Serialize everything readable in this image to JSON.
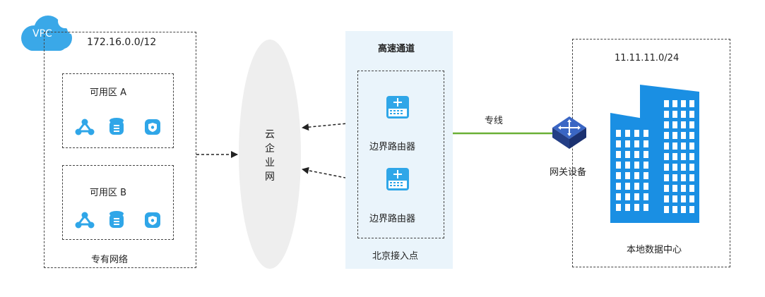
{
  "vpc": {
    "cloud_label": "VPC",
    "cidr": "172.16.0.0/12",
    "footer_label": "专有网络",
    "zones": [
      {
        "label": "可用区 A"
      },
      {
        "label": "可用区 B"
      }
    ],
    "zone_icons": [
      "cluster-icon",
      "database-icon",
      "security-shield-icon"
    ]
  },
  "cen": {
    "label_chars": [
      "云",
      "企",
      "业",
      "网"
    ]
  },
  "express_connect": {
    "title": "高速通道",
    "routers": [
      {
        "label": "边界路由器"
      },
      {
        "label": "边界路由器"
      }
    ],
    "access_point": "北京接入点"
  },
  "leased_line_label": "专线",
  "gateway": {
    "label": "网关设备"
  },
  "idc": {
    "cidr": "11.11.11.0/24",
    "label": "本地数据中心"
  },
  "colors": {
    "accent_blue": "#2fa6e8",
    "band_bg": "#eaf4fb",
    "ellipse_fill": "#eeeeee",
    "line_green": "#6aaf35",
    "building_blue": "#1a8fe3",
    "gateway_blue": "#2b4fa8"
  }
}
